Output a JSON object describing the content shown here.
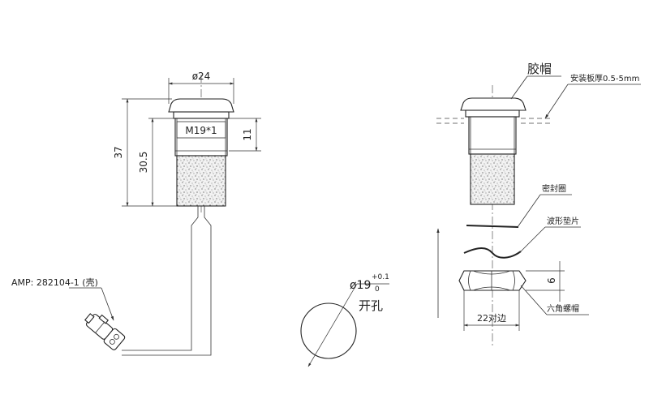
{
  "left_view": {
    "dim_head_diameter": "ø24",
    "thread_label": "M19*1",
    "dim_thread_length": "11",
    "dim_overall_height": "37",
    "dim_body_height": "30.5",
    "connector_label": "AMP: 282104-1 (壳)"
  },
  "mounting_hole": {
    "diameter_base": "ø19",
    "tolerance_upper": "+0.1",
    "tolerance_lower": "0",
    "label": "开孔"
  },
  "exploded_view": {
    "cap_label": "胶帽",
    "panel_thickness_label": "安装板厚0.5-5mm",
    "seal_ring_label": "密封圈",
    "wave_washer_label": "波形垫片",
    "hex_nut_height": "6",
    "hex_nut_size": "22对边",
    "hex_nut_label": "六角螺帽"
  }
}
